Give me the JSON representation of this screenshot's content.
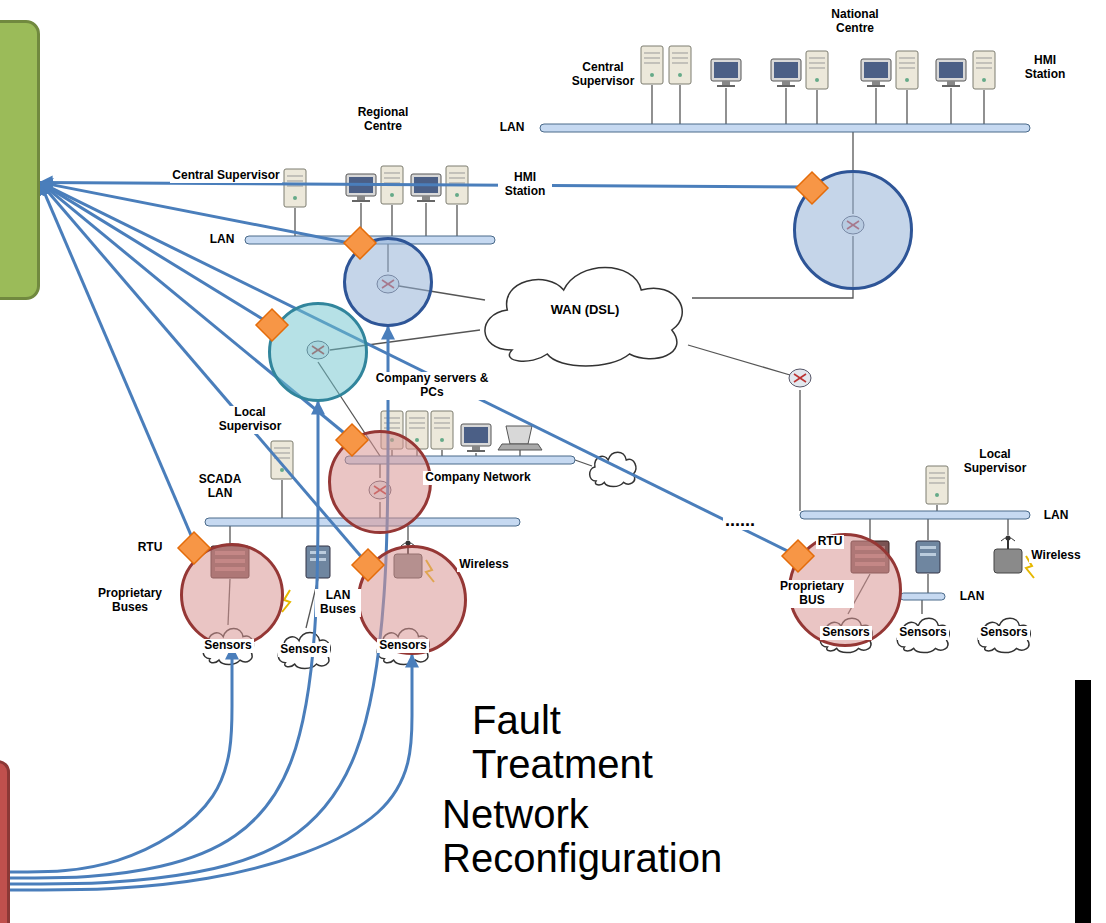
{
  "diagram": {
    "nodes": [
      {
        "text": []
      },
      {
        "text": []
      },
      {
        "text": []
      },
      {
        "text": []
      },
      {
        "text": []
      },
      {
        "text": []
      },
      {
        "text": []
      },
      {
        "text": []
      },
      {
        "text": []
      }
    ],
    "edges": [
      {
        "from": 2,
        "to": 0,
        "arrow": "to"
      },
      {
        "from": 3,
        "to": 0,
        "arrow": "to"
      },
      {
        "from": 4,
        "to": 0,
        "arrow": "to"
      },
      {
        "from": 5,
        "to": 0,
        "arrow": "to"
      },
      {
        "from": 6,
        "to": 0,
        "arrow": "to"
      },
      {
        "from": 7,
        "to": 0,
        "arrow": "to"
      },
      {
        "from": 8,
        "to": 0,
        "arrow": "to"
      },
      {
        "from": 1,
        "to": 6,
        "arrow": "to"
      },
      {
        "from": 1,
        "to": 4,
        "arrow": "to"
      },
      {
        "from": 1,
        "to": 3,
        "arrow": "to"
      },
      {
        "from": 1,
        "to": 7,
        "arrow": "to"
      }
    ],
    "labels": [
      "National Centre",
      "Central Supervisor",
      "HMI Station",
      "LAN",
      "Regional Centre",
      "Central Supervisor",
      "HMI Station",
      "LAN",
      "WAN (DSL)",
      "Company servers & PCs",
      "Local Supervisor",
      "Company Network",
      "SCADA LAN",
      "RTU",
      "Proprietary Buses",
      "LAN Buses",
      "Wireless",
      "Sensors",
      "Sensors",
      "Sensors",
      "......",
      "Local Supervisor",
      "LAN",
      "RTU",
      "Proprietary BUS",
      "LAN",
      "Wireless",
      "Sensors",
      "Sensors",
      "Sensors",
      "Fault Treatment",
      "Network Reconfiguration"
    ]
  }
}
